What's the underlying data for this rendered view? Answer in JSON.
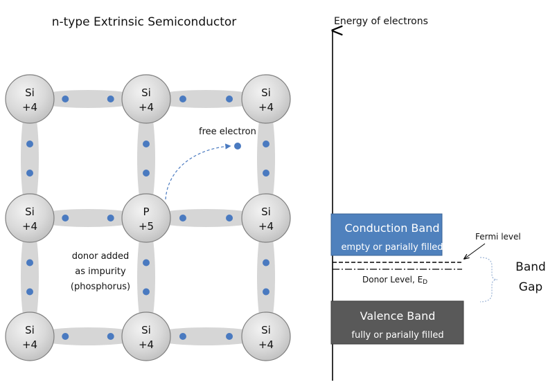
{
  "title": "n-type  Extrinsic  Semiconductor",
  "lattice": {
    "atoms": [
      {
        "symbol": "Si",
        "charge": "+4"
      },
      {
        "symbol": "Si",
        "charge": "+4"
      },
      {
        "symbol": "Si",
        "charge": "+4"
      },
      {
        "symbol": "Si",
        "charge": "+4"
      },
      {
        "symbol": "P",
        "charge": "+5"
      },
      {
        "symbol": "Si",
        "charge": "+4"
      },
      {
        "symbol": "Si",
        "charge": "+4"
      },
      {
        "symbol": "Si",
        "charge": "+4"
      },
      {
        "symbol": "Si",
        "charge": "+4"
      }
    ],
    "free_electron_label": "free electron",
    "donor_note": [
      "donor added",
      "as impurity",
      "(phosphorus)"
    ]
  },
  "energy": {
    "axis_label": "Energy  of electrons",
    "conduction_band": {
      "title": "Conduction  Band",
      "subtitle": "empty or parially filled"
    },
    "valence_band": {
      "title": "Valence  Band",
      "subtitle": "fully  or parially filled"
    },
    "fermi_label": "Fermi level",
    "donor_level_label": "Donor Level,  E",
    "donor_level_subscript": "D",
    "band_gap": [
      "Band",
      "Gap"
    ]
  },
  "colors": {
    "atom_fill": "#d9d9d9",
    "atom_stroke": "#7f7f7f",
    "bond": "#d6d6d6",
    "electron": "#4a7ac0",
    "conduction_band": "#4f81bd",
    "valence_band": "#595959",
    "band_text": "#ffffff",
    "brace": "#9ab3d5"
  }
}
